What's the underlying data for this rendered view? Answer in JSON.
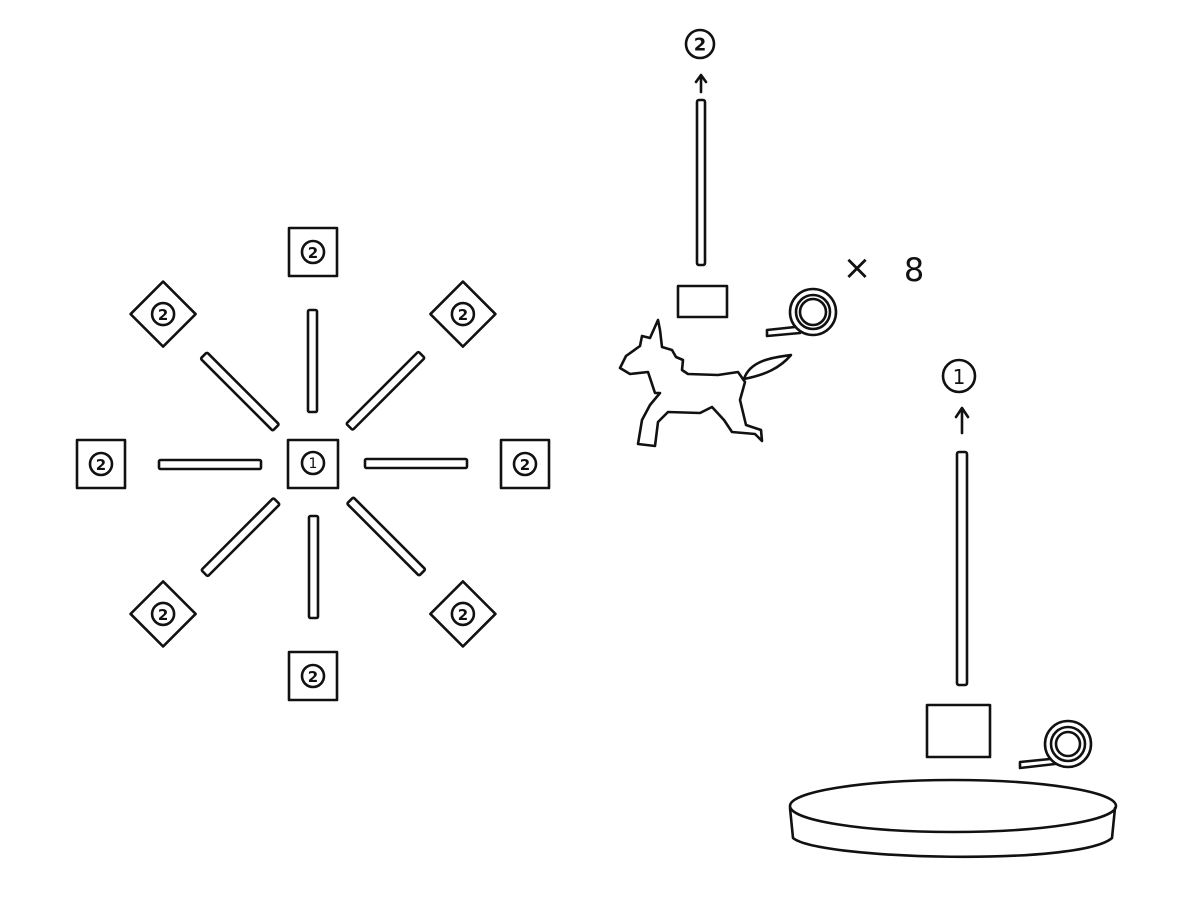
{
  "colors": {
    "ink": "#111111",
    "background": "#ffffff"
  },
  "star_assembly": {
    "center_label": "1",
    "outer_label": "2",
    "spoke_count": 8
  },
  "pole_assembly": {
    "top_label": "2",
    "multiplier_symbol": "×",
    "multiplier_count": "8",
    "icons": [
      "pole-icon",
      "connector-block-icon",
      "tape-roll-icon",
      "horse-icon",
      "arrow-up-icon"
    ]
  },
  "base_assembly": {
    "top_label": "1",
    "icons": [
      "pole-icon",
      "base-block-icon",
      "tape-roll-icon",
      "platform-icon",
      "arrow-up-icon"
    ]
  }
}
